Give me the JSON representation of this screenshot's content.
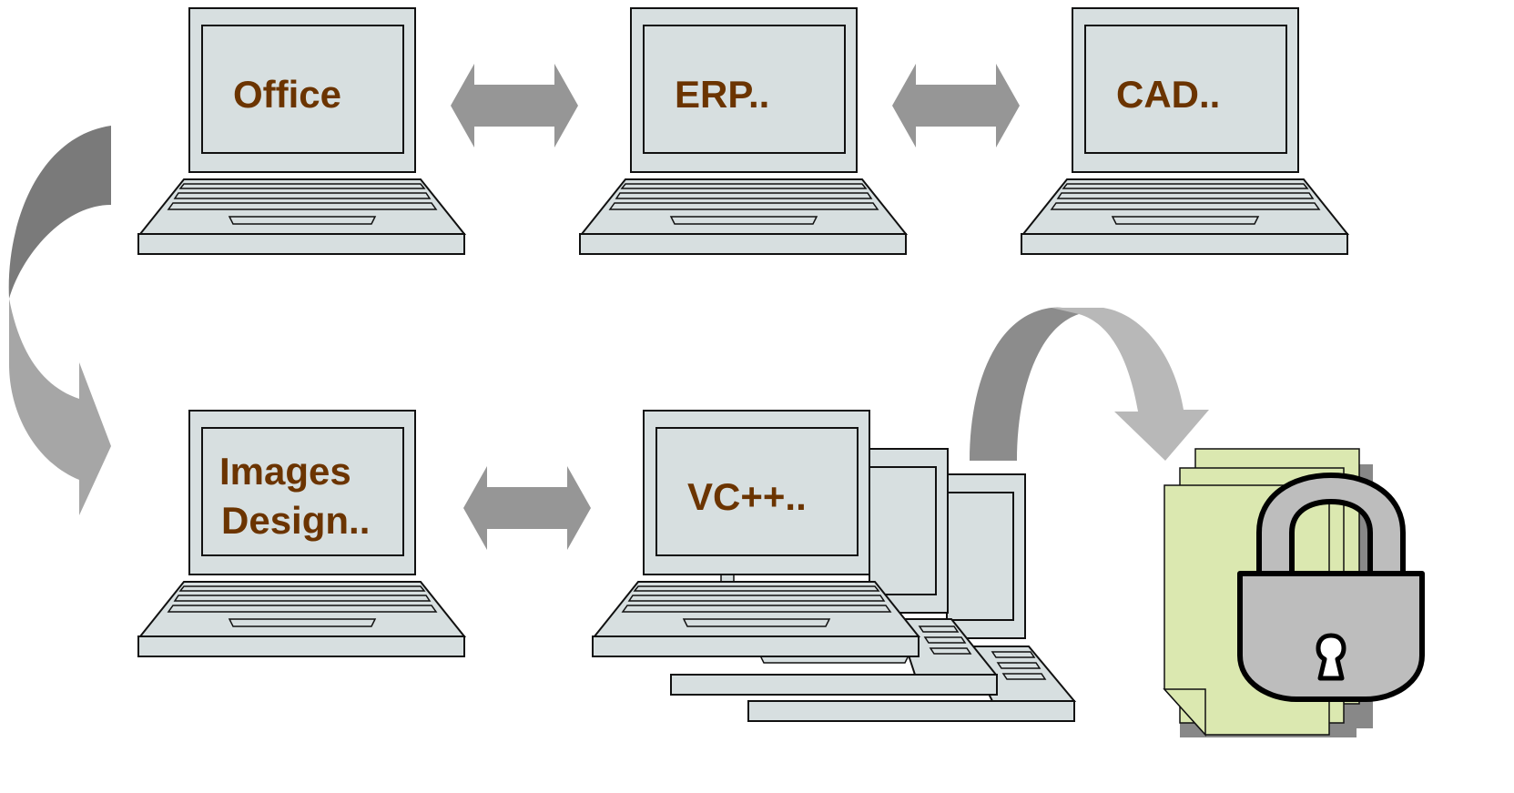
{
  "laptops": {
    "office": {
      "label": "Office"
    },
    "erp": {
      "label": "ERP.."
    },
    "cad": {
      "label": "CAD.."
    },
    "images": {
      "line1": "Images",
      "line2": "Design.."
    },
    "vc": {
      "label": "VC++.."
    }
  },
  "colors": {
    "screen_fill": "#d7dfe0",
    "outline": "#111111",
    "label_text": "#6b3400",
    "arrow_dark": "#7a7a7a",
    "arrow_mid": "#969696",
    "arrow_light": "#b8b8b8",
    "document_fill": "#dbe8b0",
    "document_shadow": "#888888",
    "lock_fill": "#bdbdbd"
  },
  "icons": [
    "laptop-icon",
    "double-arrow-icon",
    "curved-arrow-icon",
    "documents-icon",
    "padlock-icon"
  ]
}
